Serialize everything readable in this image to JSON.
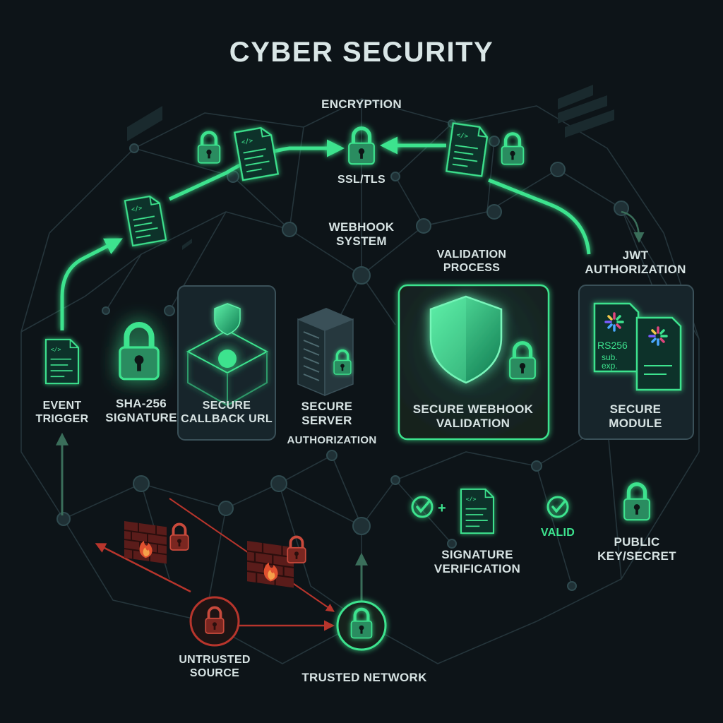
{
  "title": "CYBER SECURITY",
  "labels": {
    "encryption": "ENCRYPTION",
    "ssl_tls": "SSL/TLS",
    "webhook_system": [
      "WEBHOOK",
      "SYSTEM"
    ],
    "validation_process": [
      "VALIDATION",
      "PROCESS"
    ],
    "jwt_authorization": [
      "JWT",
      "AUTHORIZATION"
    ],
    "event_trigger": [
      "EVENT",
      "TRIGGER"
    ],
    "sha256_signature": [
      "SHA-256",
      "SIGNATURE"
    ],
    "secure_callback_url": [
      "SECURE",
      "CALLBACK URL"
    ],
    "secure_server": [
      "SECURE",
      "SERVER"
    ],
    "authorization": "AUTHORIZATION",
    "secure_webhook_validation": [
      "SECURE WEBHOOK",
      "VALIDATION"
    ],
    "secure_module": [
      "SECURE",
      "MODULE"
    ],
    "signature_verification": [
      "SIGNATURE",
      "VERIFICATION"
    ],
    "valid": "VALID",
    "public_key_secret": [
      "PUBLIC",
      "KEY/SECRET"
    ],
    "untrusted_source": [
      "UNTRUSTED",
      "SOURCE"
    ],
    "trusted_network": "TRUSTED NETWORK"
  },
  "jwt_card": {
    "alg": "RS256",
    "claims": [
      "sub.",
      "exp."
    ]
  },
  "colors": {
    "background": "#0d1418",
    "accent": "#3de38e",
    "accent_dark": "#1d7a55",
    "danger": "#c0392b",
    "panel": "#16242a",
    "network": "#2a3a40"
  },
  "icons": [
    "padlock-icon",
    "document-code-icon",
    "shield-icon",
    "server-icon",
    "cube-icon",
    "checkmark-circle-icon",
    "firewall-icon",
    "fire-icon",
    "jwt-token-icon"
  ]
}
